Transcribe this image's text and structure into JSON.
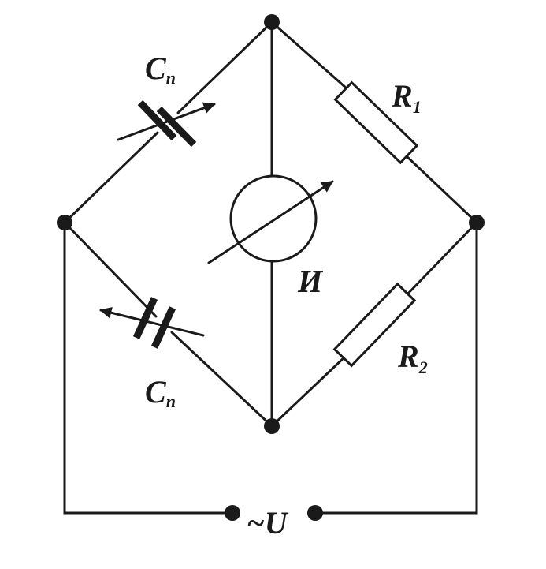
{
  "labels": {
    "capacitor_top": {
      "main": "C",
      "sub": "n"
    },
    "capacitor_bottom": {
      "main": "C",
      "sub": "n"
    },
    "resistor_1": {
      "main": "R",
      "sub": "1"
    },
    "resistor_2": {
      "main": "R",
      "sub": "2"
    },
    "meter": "И",
    "source": "~U"
  },
  "colors": {
    "ink": "#1a1a1a",
    "background": "#ffffff"
  }
}
